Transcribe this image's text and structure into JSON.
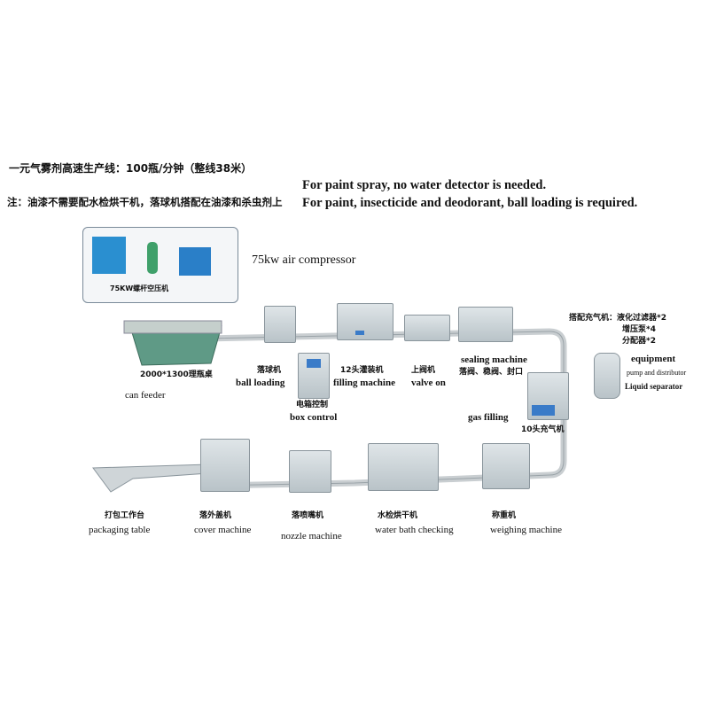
{
  "header": {
    "line1": "一元气雾剂高速生产线：100瓶/分钟（整线38米）",
    "line2": "注：油漆不需要配水检烘干机，落球机搭配在油漆和杀虫剂上",
    "note1": "For paint spray, no water detector is needed.",
    "note2": "For paint, insecticide and deodorant, ball loading is required."
  },
  "compressor": {
    "cn": "75KW螺杆空压机",
    "en": "75kw air compressor"
  },
  "top_row": [
    {
      "cn": "2000*1300理瓶桌",
      "en": "can feeder"
    },
    {
      "cn": "落球机",
      "en": "ball loading"
    },
    {
      "cn": "电箱控制",
      "en": "box control"
    },
    {
      "cn": "12头灌装机",
      "en": "filling machine"
    },
    {
      "cn": "上阀机",
      "en": "valve on"
    },
    {
      "cn": "落阀、稳阀、封口",
      "en": "sealing machine"
    }
  ],
  "right": {
    "cn_title": "搭配充气机：液化过滤器*2",
    "cn2": "增压泵*4",
    "cn3": "分配器*2",
    "en1": "equipment",
    "en2": "pump and distributor",
    "en3": "Liquid separator",
    "gas_cn": "10头充气机",
    "gas_en": "gas filling"
  },
  "bottom_row": [
    {
      "cn": "打包工作台",
      "en": "packaging table"
    },
    {
      "cn": "落外盖机",
      "en": "cover machine"
    },
    {
      "cn": "落喷嘴机",
      "en": "nozzle machine"
    },
    {
      "cn": "水检烘干机",
      "en": "water bath checking"
    },
    {
      "cn": "称重机",
      "en": "weighing machine"
    }
  ]
}
